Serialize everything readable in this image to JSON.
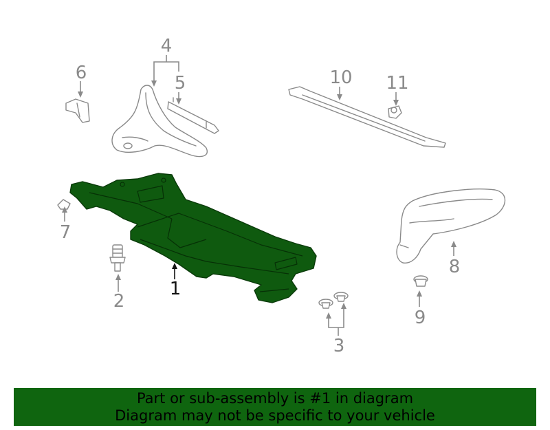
{
  "callouts": {
    "c1": "1",
    "c2": "2",
    "c3": "3",
    "c4": "4",
    "c5": "5",
    "c6": "6",
    "c7": "7",
    "c8": "8",
    "c9": "9",
    "c10": "10",
    "c11": "11"
  },
  "banner": {
    "line1": "Part or sub-assembly is #1 in diagram",
    "line2": "Diagram may not be specific to your vehicle"
  },
  "colors": {
    "highlight_fill": "#0f5a0f",
    "banner_background": "#0f650f",
    "callout_gray": "#8a8a8a",
    "callout_main": "#111111"
  }
}
